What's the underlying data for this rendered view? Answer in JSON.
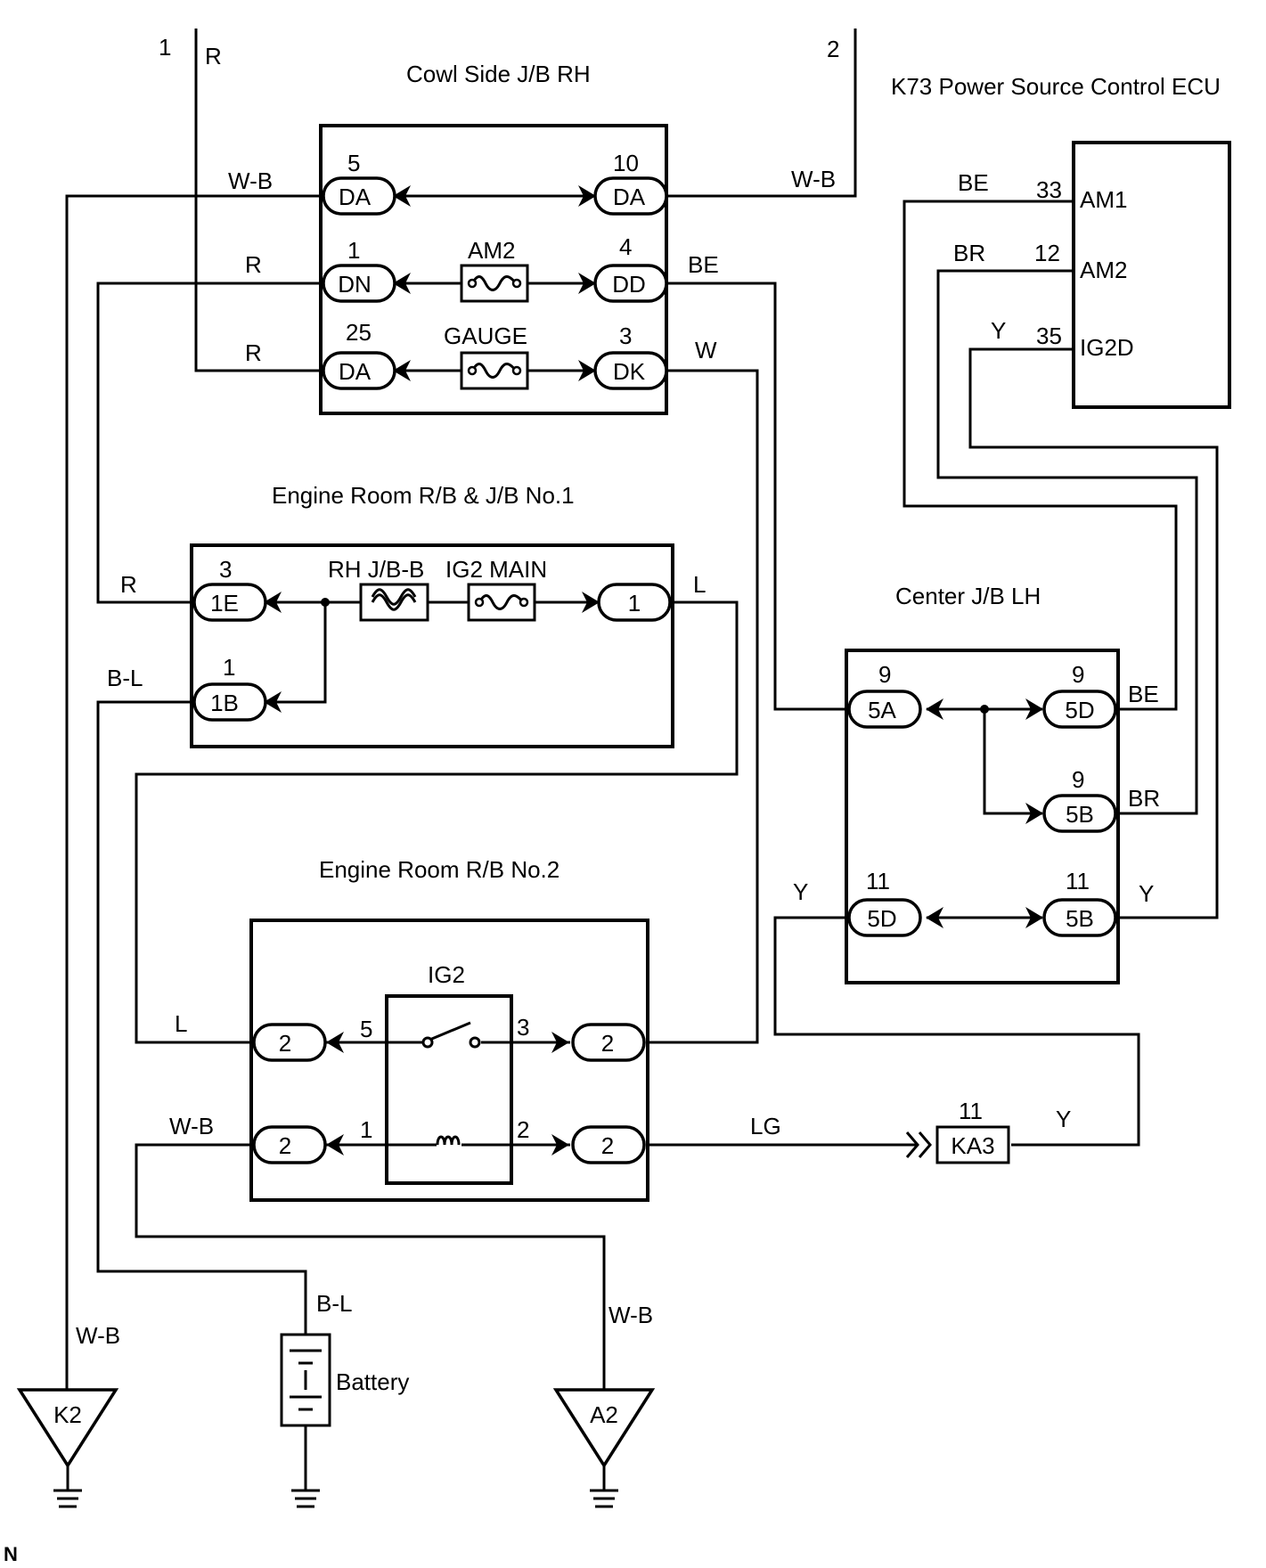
{
  "wires": {
    "top_left_num": "1",
    "top_left_color": "R",
    "top_right_num": "2",
    "w_b": "W-B",
    "r": "R",
    "be": "BE",
    "br": "BR",
    "y": "Y",
    "w": "W",
    "l": "L",
    "lg": "LG",
    "b_l": "B-L"
  },
  "cowl_jb": {
    "title": "Cowl Side J/B RH",
    "left_pins": [
      {
        "num": "5",
        "conn": "DA"
      },
      {
        "num": "1",
        "conn": "DN"
      },
      {
        "num": "25",
        "conn": "DA"
      }
    ],
    "right_pins": [
      {
        "num": "10",
        "conn": "DA"
      },
      {
        "num": "4",
        "conn": "DD"
      },
      {
        "num": "3",
        "conn": "DK"
      }
    ],
    "fuses": [
      "AM2",
      "GAUGE"
    ]
  },
  "ecu": {
    "title": "K73 Power Source Control ECU",
    "pins": [
      {
        "num": "33",
        "name": "AM1"
      },
      {
        "num": "12",
        "name": "AM2"
      },
      {
        "num": "35",
        "name": "IG2D"
      }
    ]
  },
  "engine_jb1": {
    "title": "Engine Room R/B & J/B No.1",
    "pin_1e_num": "3",
    "pin_1e": "1E",
    "pin_1b_num": "1",
    "pin_1b": "1B",
    "pin_right": "1",
    "fuses": [
      "RH J/B-B",
      "IG2 MAIN"
    ]
  },
  "center_jb": {
    "title": "Center J/B LH",
    "pins": [
      {
        "num": "9",
        "conn": "5A"
      },
      {
        "num": "9",
        "conn": "5D"
      },
      {
        "num": "9",
        "conn": "5B"
      },
      {
        "num": "11",
        "conn": "5D"
      },
      {
        "num": "11",
        "conn": "5B"
      }
    ]
  },
  "engine_rb2": {
    "title": "Engine Room R/B No.2",
    "relay": "IG2",
    "conn": "2",
    "relay_pins": [
      "5",
      "3",
      "1",
      "2"
    ]
  },
  "ka3": {
    "num": "11",
    "label": "KA3"
  },
  "grounds": [
    "K2",
    "A2"
  ],
  "battery": "Battery",
  "corner_mark": "N"
}
